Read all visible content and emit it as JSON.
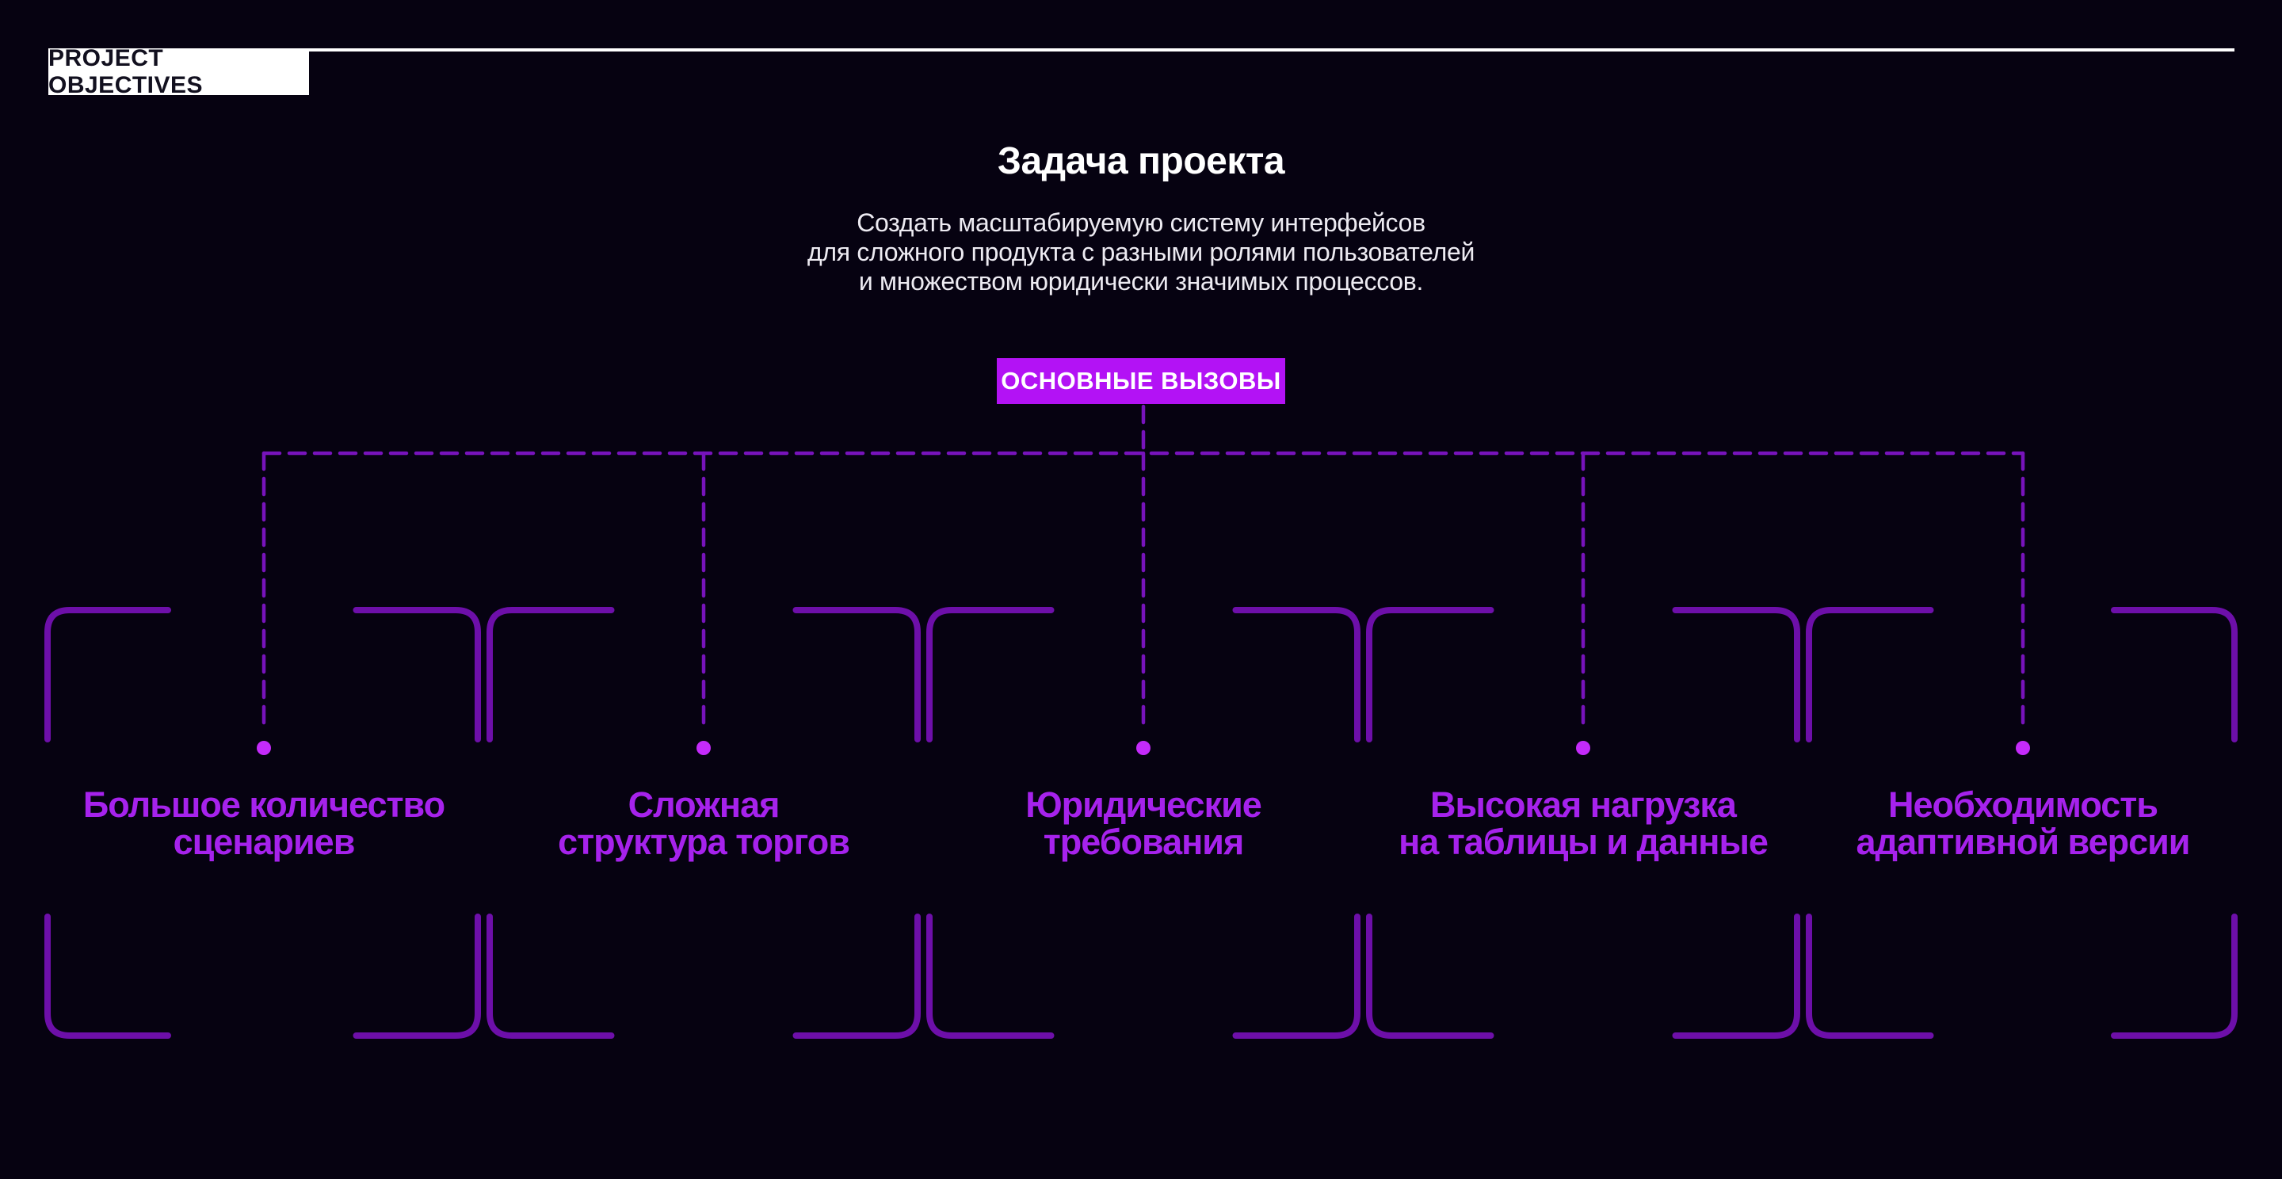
{
  "page": {
    "background": "#060211"
  },
  "header": {
    "tag_label": "PROJECT OBJECTIVES",
    "tag_background": "#ffffff",
    "line_color": "#ffffff"
  },
  "intro": {
    "title": "Задача проекта",
    "subtitle_lines": [
      "Создать масштабируемую систему интерфейсов",
      "для сложного продукта с разными ролями пользователей",
      "и множеством юридически значимых процессов."
    ]
  },
  "challenges_button": {
    "label": "ОСНОВНЫЕ ВЫЗОВЫ",
    "background": "#B312F5",
    "text_color": "#ffffff"
  },
  "diagram": {
    "connector_color": "#7713BB",
    "bracket_color": "#6D0FA9",
    "node_dot_color": "#C42BFA",
    "label_color": "#A622EC",
    "nodes": [
      {
        "label": "Большое количество сценариев",
        "lines": [
          "Большое количество",
          "сценариев"
        ]
      },
      {
        "label": "Сложная структура торгов",
        "lines": [
          "Сложная",
          "структура торгов"
        ]
      },
      {
        "label": "Юридические требования",
        "lines": [
          "Юридические",
          "требования"
        ]
      },
      {
        "label": "Высокая нагрузка на таблицы и данные",
        "lines": [
          "Высокая нагрузка",
          "на таблицы и данные"
        ]
      },
      {
        "label": "Необходимость адаптивной версии",
        "lines": [
          "Необходимость",
          "адаптивной версии"
        ]
      }
    ]
  }
}
